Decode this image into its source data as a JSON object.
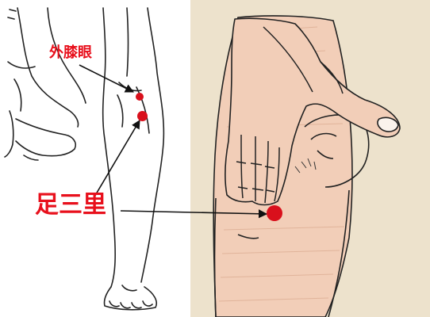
{
  "labels": {
    "outer_knee_eye": "外膝眼",
    "zusanli": "足三里"
  },
  "colors": {
    "marker": "#d9101c",
    "label_text": "#e8101c",
    "skin": "#f2ceb8",
    "right_bg": "#ede2cc",
    "line": "#222222"
  },
  "markers": [
    {
      "name": "outer-knee-eye-point"
    },
    {
      "name": "zusanli-point-leg"
    },
    {
      "name": "zusanli-point-hand"
    }
  ]
}
